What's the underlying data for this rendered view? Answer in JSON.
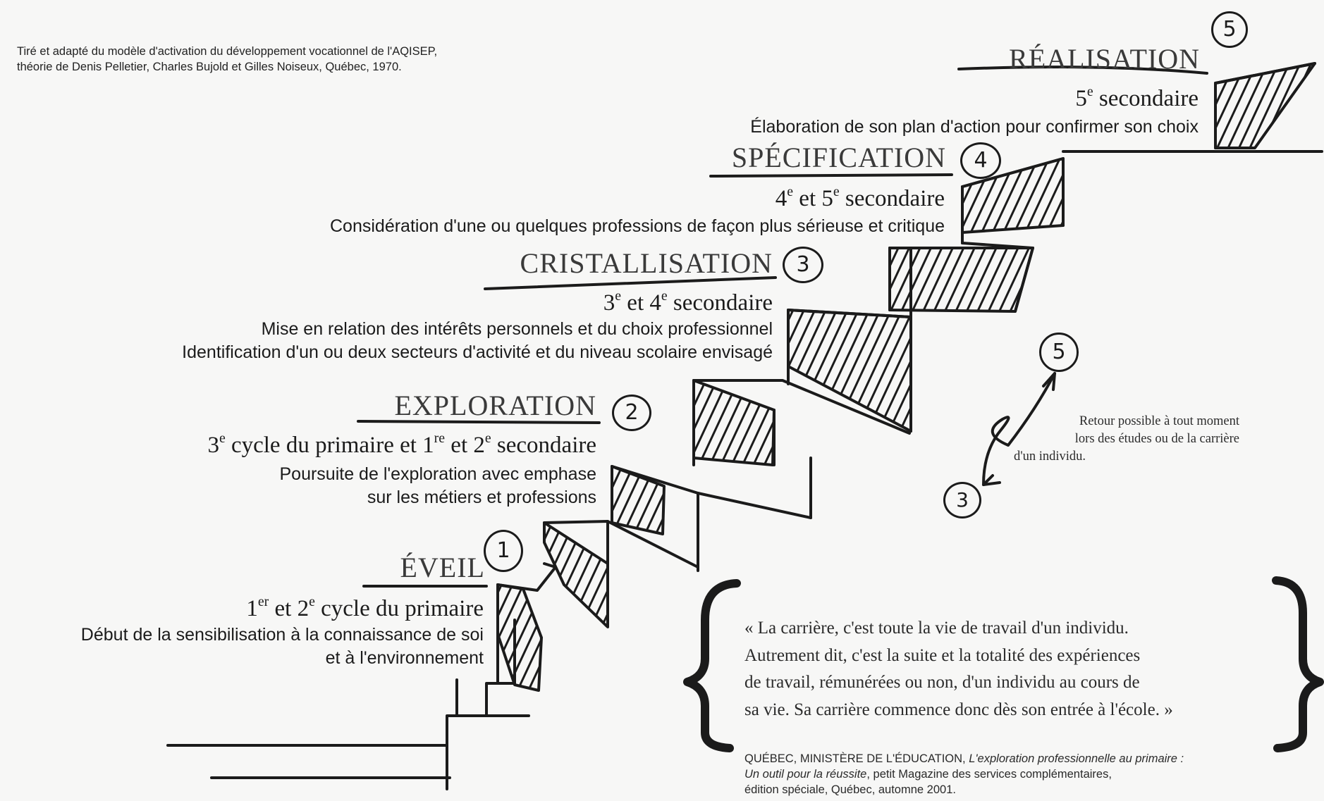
{
  "source": {
    "line1": "Tiré et adapté du modèle d'activation du développement vocationnel de l'AQISEP,",
    "line2": "théorie de Denis Pelletier, Charles Bujold et Gilles Noiseux, Québec, 1970."
  },
  "stages": [
    {
      "number": "1",
      "title": "ÉVEIL",
      "level": {
        "a": "1",
        "a_sup": "er",
        "b": " et 2",
        "b_sup": "e",
        "c": " cycle du primaire"
      },
      "desc": [
        "Début de la sensibilisation à la connaissance de soi",
        "et à l'environnement"
      ]
    },
    {
      "number": "2",
      "title": "EXPLORATION",
      "level": {
        "a": "3",
        "a_sup": "e",
        "b": " cycle du primaire et 1",
        "b_sup": "re",
        "c": " et 2",
        "c_sup": "e",
        "d": " secondaire"
      },
      "desc": [
        "Poursuite de l'exploration avec emphase",
        "sur les métiers et professions"
      ]
    },
    {
      "number": "3",
      "title": "CRISTALLISATION",
      "level": {
        "a": "3",
        "a_sup": "e",
        "b": " et 4",
        "b_sup": "e",
        "c": " secondaire"
      },
      "desc": [
        "Mise en relation des intérêts personnels et du choix professionnel",
        "Identification d'un ou deux secteurs d'activité et du niveau scolaire envisagé"
      ]
    },
    {
      "number": "4",
      "title": "SPÉCIFICATION",
      "level": {
        "a": "4",
        "a_sup": "e",
        "b": " et 5",
        "b_sup": "e",
        "c": " secondaire"
      },
      "desc": [
        "Considération d'une ou quelques professions de façon plus sérieuse et critique"
      ]
    },
    {
      "number": "5",
      "title": "RÉALISATION",
      "level": {
        "a": "5",
        "a_sup": "e",
        "b": " secondaire"
      },
      "desc": [
        "Élaboration de son plan d'action pour confirmer son choix"
      ]
    }
  ],
  "return_loop": {
    "from": "3",
    "to": "5",
    "text": [
      "Retour possible à tout moment",
      "lors des études ou de la carrière",
      "d'un individu."
    ]
  },
  "quote": {
    "lines": [
      "« La carrière, c'est toute la vie de travail d'un individu.",
      "Autrement dit, c'est la suite et la totalité des expériences",
      "de travail, rémunérées ou non, d'un individu au cours de",
      "sa vie. Sa carrière commence donc dès son entrée à l'école. »"
    ]
  },
  "citation": {
    "author": "QUÉBEC, MINISTÈRE DE L'ÉDUCATION, ",
    "title1": "L'exploration professionnelle au primaire :",
    "title2": "Un outil pour la réussite",
    "rest2": ", petit Magazine des services complémentaires,",
    "line3": "édition spéciale, Québec, automne 2001."
  },
  "colors": {
    "background": "#f7f7f6",
    "ink": "#1b1b1b",
    "title_ink": "#3a3a3a"
  }
}
